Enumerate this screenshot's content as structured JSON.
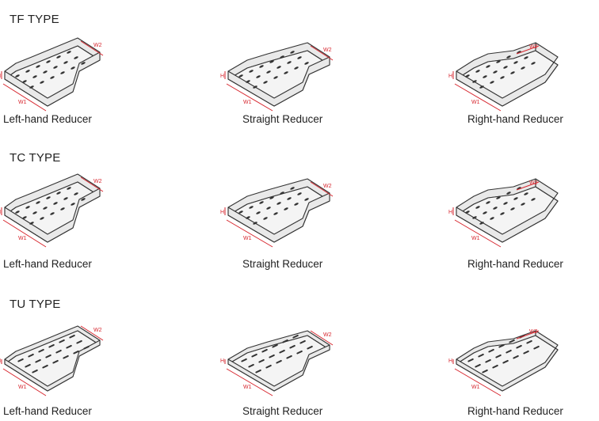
{
  "sections": [
    {
      "title": "TF TYPE",
      "items": [
        {
          "caption": "Left-hand Reducer",
          "variant": "left"
        },
        {
          "caption": "Straight Reducer",
          "variant": "straight"
        },
        {
          "caption": "Right-hand Reducer",
          "variant": "right"
        }
      ]
    },
    {
      "title": "TC TYPE",
      "items": [
        {
          "caption": "Left-hand Reducer",
          "variant": "left"
        },
        {
          "caption": "Straight Reducer",
          "variant": "straight"
        },
        {
          "caption": "Right-hand Reducer",
          "variant": "right"
        }
      ]
    },
    {
      "title": "TU TYPE",
      "items": [
        {
          "caption": "Left-hand Reducer",
          "variant": "left"
        },
        {
          "caption": "Straight Reducer",
          "variant": "straight"
        },
        {
          "caption": "Right-hand Reducer",
          "variant": "right"
        }
      ]
    }
  ],
  "dimension_labels": {
    "w1": "W1",
    "w2": "W2",
    "h": "H"
  },
  "colors": {
    "dimension": "#d7262e",
    "outline": "#333333",
    "text": "#222222"
  }
}
